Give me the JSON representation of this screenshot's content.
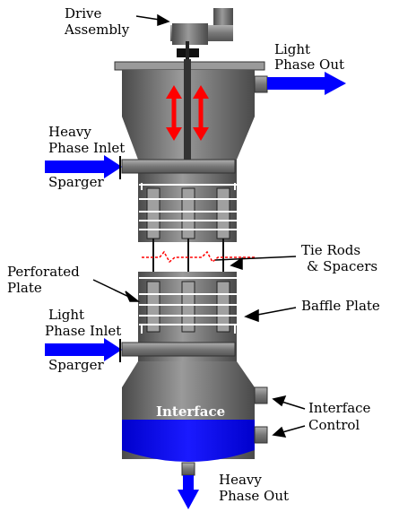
{
  "labels": {
    "drive_1": "Drive",
    "drive_2": "Assembly",
    "light_out_1": "Light",
    "light_out_2": "Phase Out",
    "heavy_in_1": "Heavy",
    "heavy_in_2": "Phase Inlet",
    "sparger_top": "Sparger",
    "tie_1": "Tie Rods",
    "tie_2": "& Spacers",
    "perf_1": "Perforated",
    "perf_2": "Plate",
    "baffle": "Baffle Plate",
    "light_in_1": "Light",
    "light_in_2": "Phase Inlet",
    "sparger_bottom": "Sparger",
    "interface": "Interface",
    "ic_1": "Interface",
    "ic_2": "Control",
    "heavy_out_1": "Heavy",
    "heavy_out_2": "Phase Out"
  },
  "colors": {
    "steel": "#8a8a8a",
    "steel_dark": "#5a5a5a",
    "flow_arrow": "#0000ff",
    "heavy_liquid": "#0000ff",
    "agitation_arrow": "#ff0000",
    "break_line": "#ff0000"
  }
}
